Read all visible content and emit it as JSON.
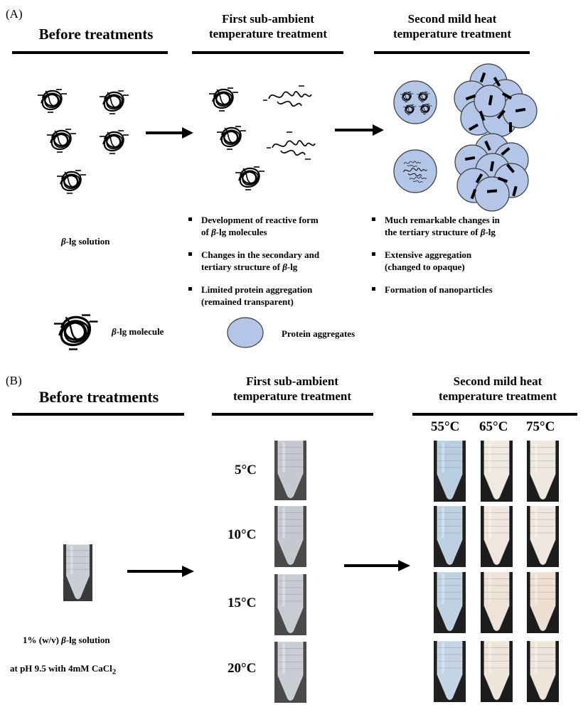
{
  "panel_a": {
    "label": "(A)",
    "headings": {
      "before": "Before treatments",
      "first": [
        "First sub-ambient",
        "temperature treatment"
      ],
      "second": [
        "Second mild heat",
        "temperature treatment"
      ]
    },
    "solution_label": {
      "beta": "β",
      "rest": "-lg solution"
    },
    "first_bullets": [
      {
        "l1": "Development of reactive form",
        "l2_pre": "of ",
        "l2_beta": "β",
        "l2_post": "-lg molecules"
      },
      {
        "l1": "Changes in the secondary and",
        "l2_pre": "tertiary structure of ",
        "l2_beta": "β",
        "l2_post": "-lg"
      },
      {
        "l1": "Limited protein aggregation",
        "l2_pre": "(remained transparent)",
        "l2_beta": "",
        "l2_post": ""
      }
    ],
    "second_bullets": [
      {
        "l1": "Much remarkable changes in",
        "l2_pre": "the tertiary structure of ",
        "l2_beta": "β",
        "l2_post": "-lg"
      },
      {
        "l1": "Extensive aggregation",
        "l2_pre": "(changed to opaque)",
        "l2_beta": "",
        "l2_post": ""
      },
      {
        "l1": "Formation of nanoparticles",
        "l2_pre": "",
        "l2_beta": "",
        "l2_post": ""
      }
    ],
    "legend": {
      "molecule": {
        "beta": "β",
        "rest": "-lg molecule"
      },
      "aggregates": "Protein aggregates"
    },
    "colors": {
      "aggregate_fill": "#b4c6e7",
      "aggregate_stroke": "#3a3a3a"
    }
  },
  "panel_b": {
    "label": "(B)",
    "headings": {
      "before": "Before treatments",
      "first": [
        "First sub-ambient",
        "temperature treatment"
      ],
      "second": [
        "Second mild heat",
        "temperature treatment"
      ]
    },
    "sample_label": {
      "l1_pre": "1% (w/v) ",
      "l1_beta": "β",
      "l1_post": "-lg solution",
      "l2_pre": "at pH 9.5 with 4mM CaCl",
      "l2_sub": "2"
    },
    "first_temps": [
      "5°C",
      "10°C",
      "15°C",
      "20°C"
    ],
    "second_temps": [
      "55°C",
      "65°C",
      "75°C"
    ]
  }
}
